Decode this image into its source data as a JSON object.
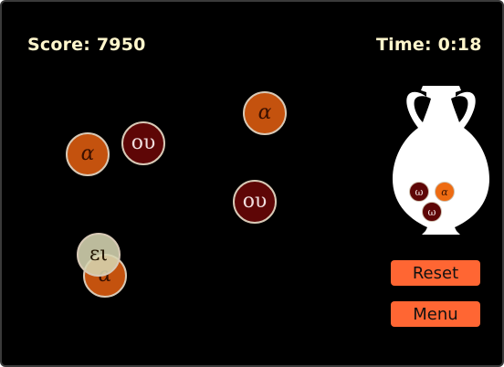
{
  "hud": {
    "score_text": "Score: 7950",
    "time_text": "Time: 0:18"
  },
  "tiles": [
    {
      "name": "tile-alpha-1",
      "symbol": "α",
      "color": "orange"
    },
    {
      "name": "tile-ou-1",
      "symbol": "ου",
      "color": "maroon"
    },
    {
      "name": "tile-alpha-2",
      "symbol": "α",
      "color": "orange"
    },
    {
      "name": "tile-ou-2",
      "symbol": "ου",
      "color": "maroon"
    },
    {
      "name": "tile-alpha-3",
      "symbol": "α",
      "color": "orange"
    },
    {
      "name": "tile-ei-1",
      "symbol": "ει",
      "color": "cream"
    }
  ],
  "vase": {
    "contents": [
      {
        "symbol": "ω",
        "color": "maroon"
      },
      {
        "symbol": "α",
        "color": "orange"
      },
      {
        "symbol": "ω",
        "color": "maroon"
      }
    ]
  },
  "buttons": {
    "reset_label": "Reset",
    "menu_label": "Menu"
  },
  "colors": {
    "background": "#000000",
    "hud_text": "#fff6cc",
    "tile_orange": "#c4520e",
    "tile_maroon": "#5e0606",
    "tile_cream": "#d6d5b2",
    "button": "#ff6633",
    "vase": "#ffffff"
  }
}
